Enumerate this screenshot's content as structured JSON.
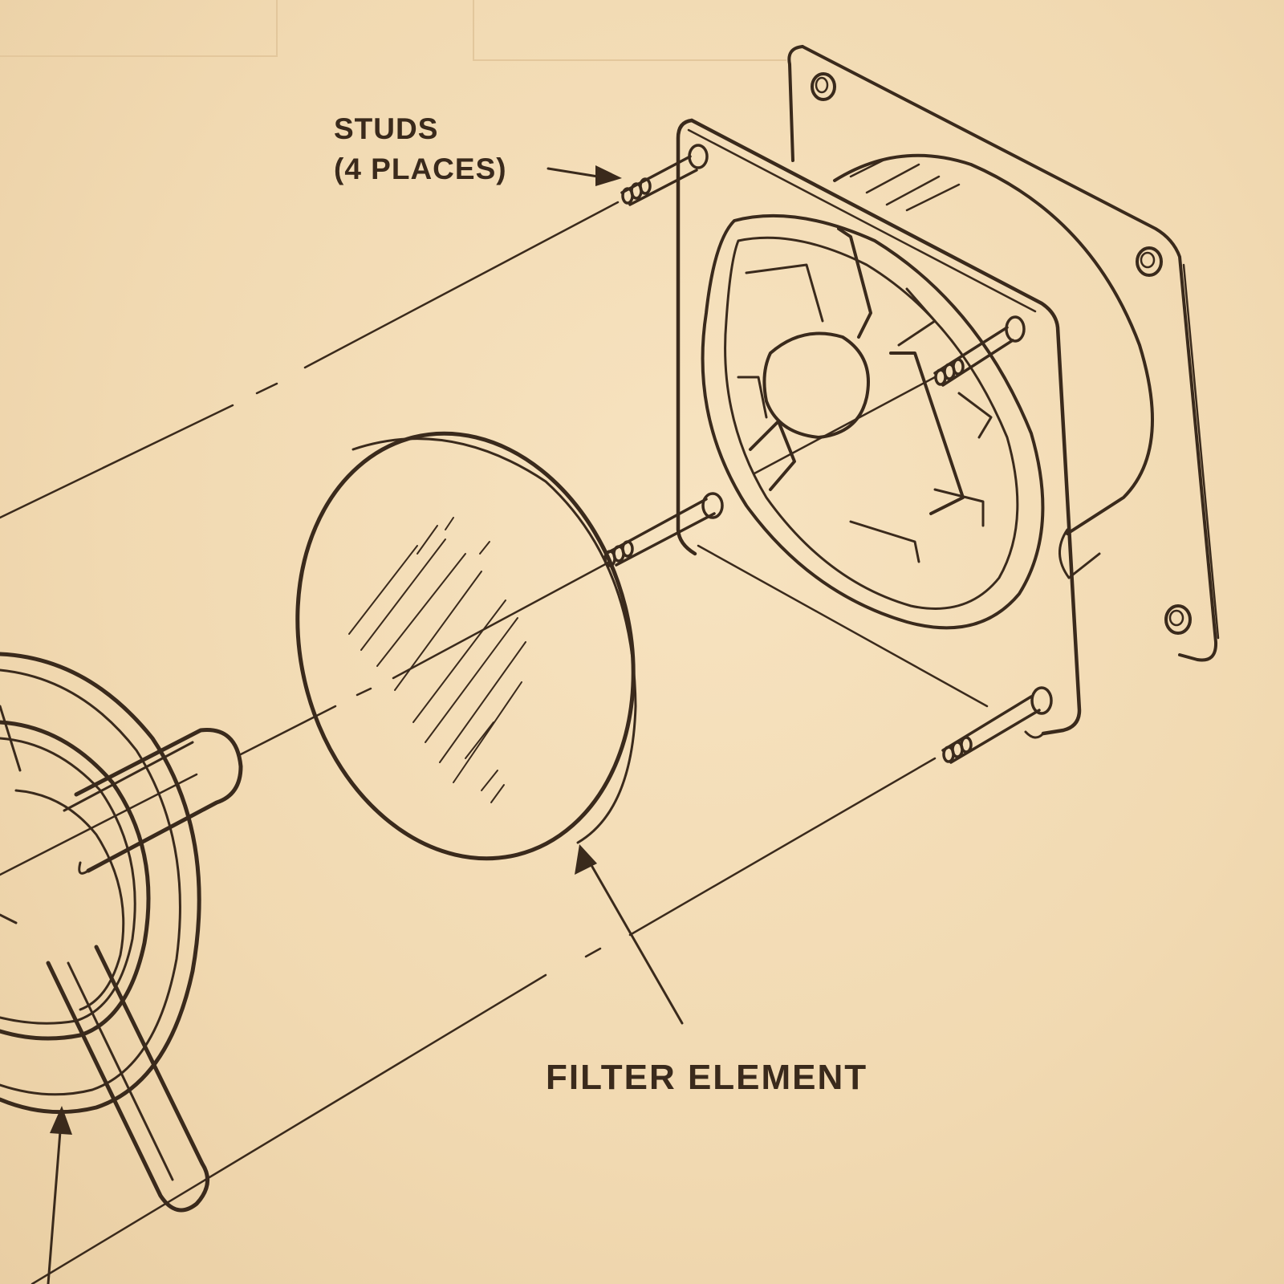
{
  "labels": {
    "studs_line1": "STUDS",
    "studs_line2": "(4 PLACES)",
    "filter_element": "FILTER ELEMENT"
  },
  "colors": {
    "ink": "#3a2a1c",
    "paper": "#f3dcb6"
  }
}
